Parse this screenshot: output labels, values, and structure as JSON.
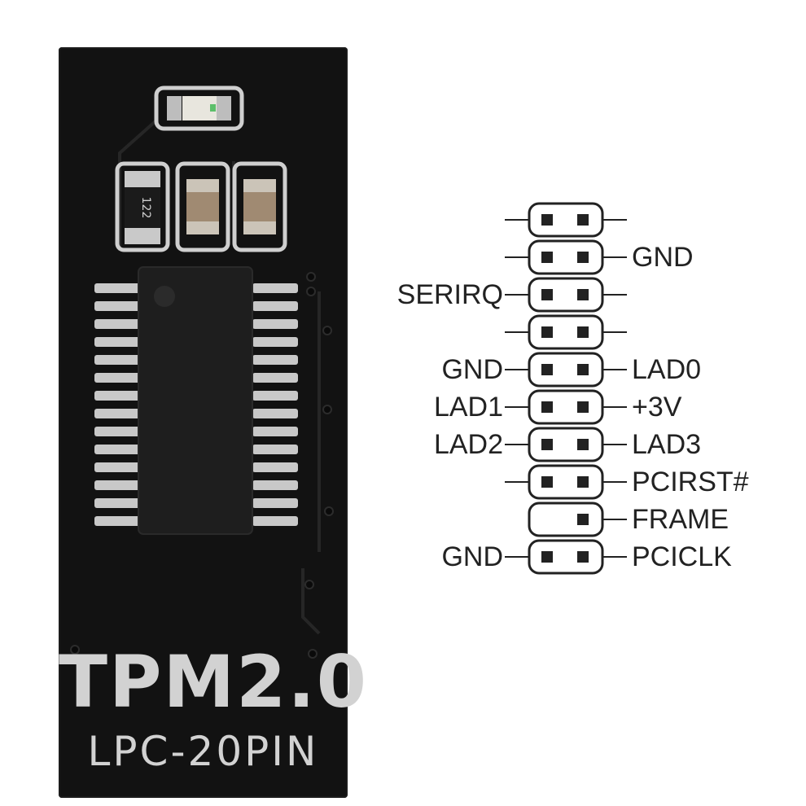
{
  "board": {
    "silkscreen_model": "TPM2.0",
    "silkscreen_interface": "LPC-20PIN",
    "resistor_marking": "122"
  },
  "pinout": {
    "rows": [
      {
        "left": "",
        "right": "",
        "left_pin": true,
        "right_pin": true
      },
      {
        "left": "",
        "right": "GND",
        "left_pin": true,
        "right_pin": true
      },
      {
        "left": "SERIRQ",
        "right": "",
        "left_pin": true,
        "right_pin": true
      },
      {
        "left": "",
        "right": "",
        "left_pin": true,
        "right_pin": true
      },
      {
        "left": "GND",
        "right": "LAD0",
        "left_pin": true,
        "right_pin": true
      },
      {
        "left": "LAD1",
        "right": "+3V",
        "left_pin": true,
        "right_pin": true
      },
      {
        "left": "LAD2",
        "right": "LAD3",
        "left_pin": true,
        "right_pin": true
      },
      {
        "left": "",
        "right": "PCIRST#",
        "left_pin": true,
        "right_pin": true
      },
      {
        "left": "",
        "right": "FRAME",
        "left_pin": false,
        "right_pin": true
      },
      {
        "left": "GND",
        "right": "PCICLK",
        "left_pin": true,
        "right_pin": true
      }
    ]
  },
  "colors": {
    "board": "#121212",
    "silkscreen": "#d2d2d2",
    "pad": "#c8c8c8",
    "diagram_ink": "#222222"
  }
}
